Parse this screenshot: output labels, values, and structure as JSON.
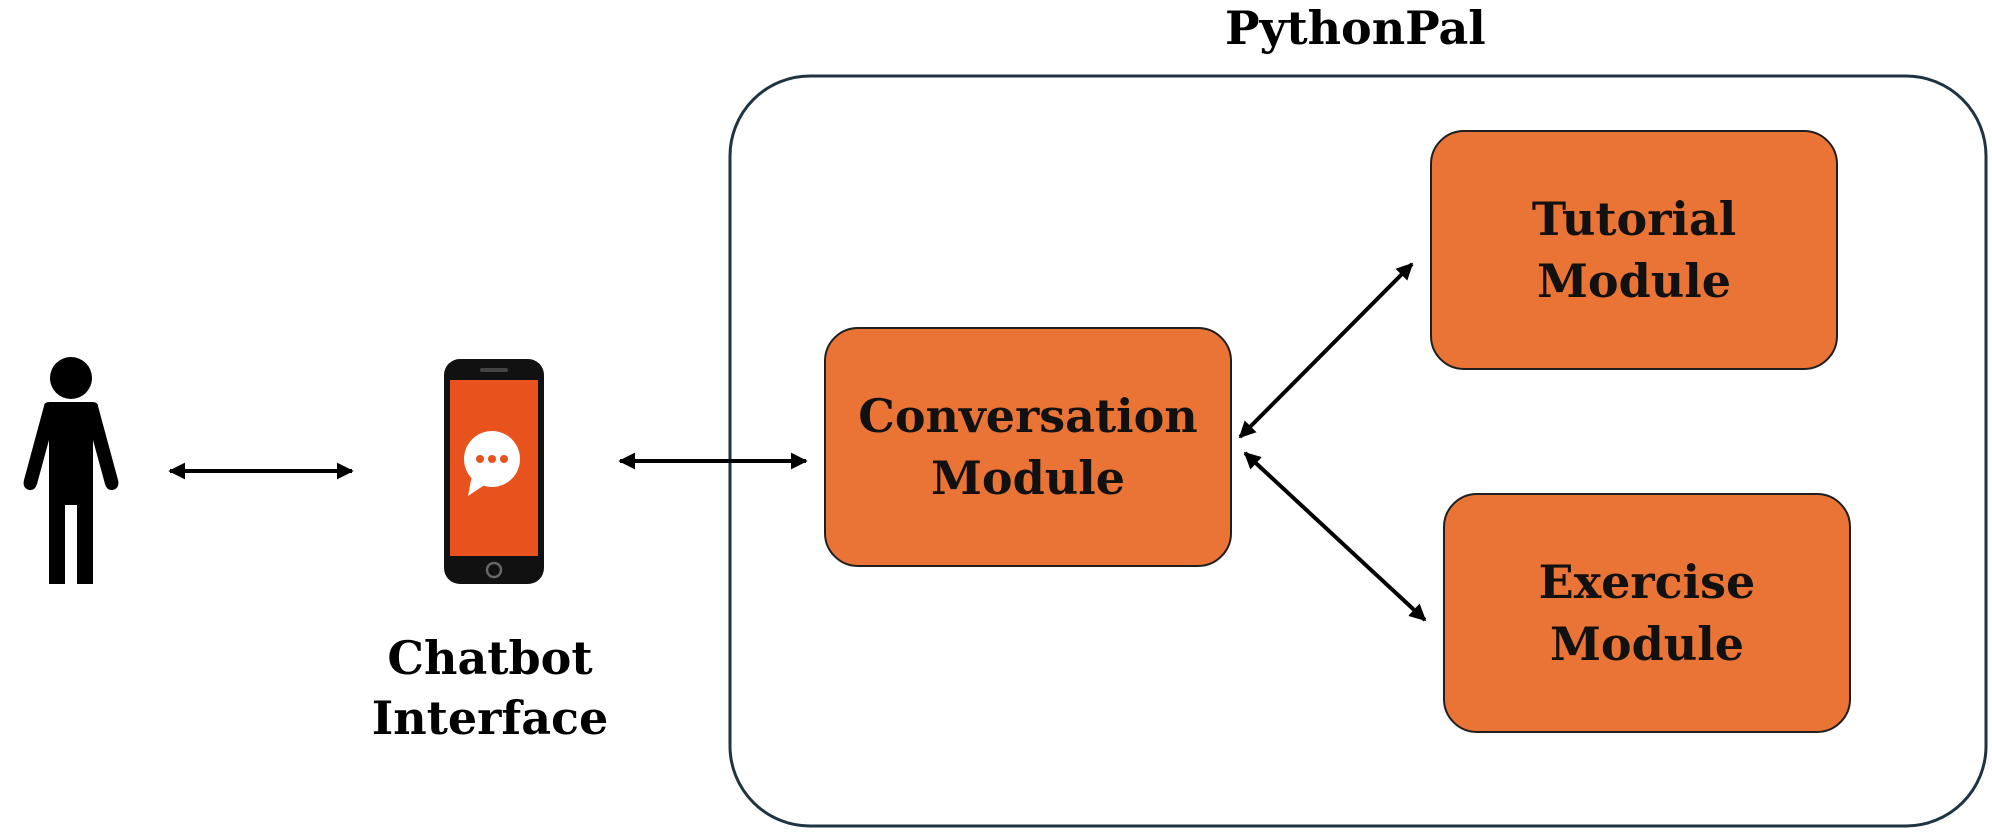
{
  "system": {
    "title": "PythonPal"
  },
  "chatbot": {
    "label_line1": "Chatbot",
    "label_line2": "Interface"
  },
  "modules": {
    "conversation": {
      "line1": "Conversation",
      "line2": "Module"
    },
    "tutorial": {
      "line1": "Tutorial",
      "line2": "Module"
    },
    "exercise": {
      "line1": "Exercise",
      "line2": "Module"
    }
  },
  "colors": {
    "module_fill": "#ea7336",
    "phone_screen": "#e8521c",
    "system_border": "#1f3442"
  },
  "icons": {
    "user": "person-icon",
    "phone": "smartphone-chat-icon"
  }
}
